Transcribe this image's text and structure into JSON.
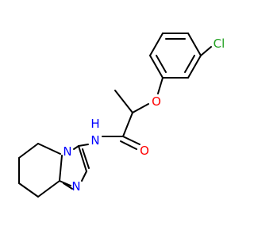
{
  "molecule": {
    "atoms": {
      "chlorine": "Cl",
      "ether_oxygen": "O",
      "carbonyl_oxygen": "O",
      "amide_nitrogen": "N",
      "ring_nitrogen_bridge": "N",
      "ring_nitrogen_imine": "N",
      "amide_hydrogen": "H"
    },
    "colors": {
      "bond": "#000000",
      "chlorine": "#1fa01f",
      "oxygen": "#ff0000",
      "nitrogen": "#0000ff"
    }
  }
}
